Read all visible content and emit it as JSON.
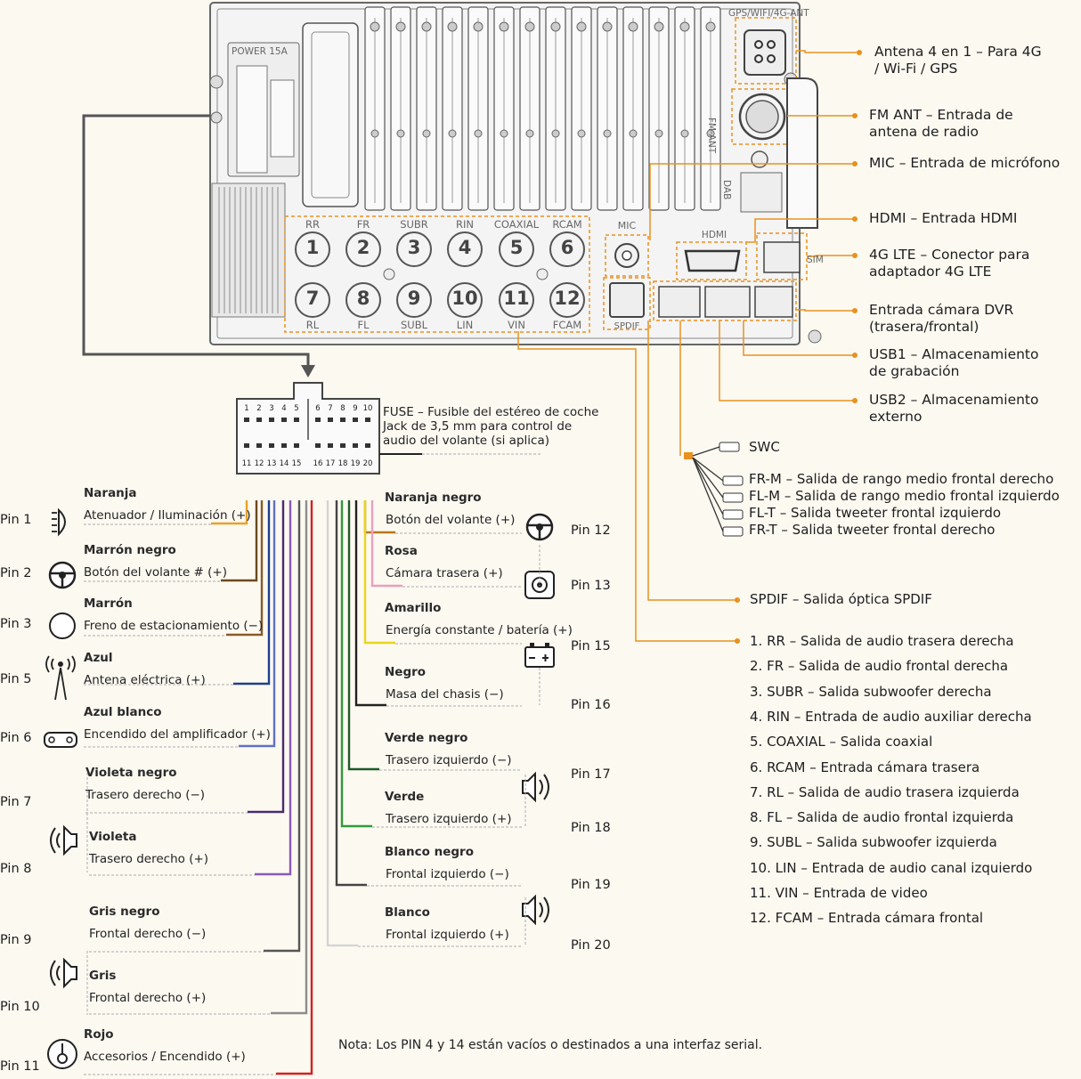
{
  "back_panel": {
    "power_label": "POWER 15A",
    "gps_label": "GPS/WIFI/4G-ANT",
    "fm_label": "FM-ANT",
    "dab_label": "DAB",
    "mic_label": "MIC",
    "hdmi_label": "HDMI",
    "sim_label": "SIM",
    "spdif_label": "SPDIF",
    "top_row": [
      "RR",
      "FR",
      "SUBR",
      "RIN",
      "COAXIAL",
      "RCAM"
    ],
    "bottom_row": [
      "RL",
      "FL",
      "SUBL",
      "LIN",
      "VIN",
      "FCAM"
    ],
    "numbers_top": [
      "1",
      "2",
      "3",
      "4",
      "5",
      "6"
    ],
    "numbers_bottom": [
      "7",
      "8",
      "9",
      "10",
      "11",
      "12"
    ]
  },
  "callouts": [
    {
      "line1": "Antena 4 en 1 – Para 4G",
      "line2": "/ Wi-Fi / GPS"
    },
    {
      "line1": "FM ANT – Entrada de",
      "line2": "antena de radio"
    },
    {
      "line1": "MIC – Entrada de micrófono",
      "line2": ""
    },
    {
      "line1": "HDMI – Entrada HDMI",
      "line2": ""
    },
    {
      "line1": "4G LTE – Conector para",
      "line2": "adaptador 4G LTE"
    },
    {
      "line1": "Entrada cámara DVR",
      "line2": "(trasera/frontal)"
    },
    {
      "line1": "USB1 – Almacenamiento",
      "line2": "de grabación"
    },
    {
      "line1": "USB2 – Almacenamiento",
      "line2": "externo"
    }
  ],
  "harness": {
    "top_nums": [
      "1",
      "2",
      "3",
      "4",
      "5",
      "6",
      "7",
      "8",
      "9",
      "10"
    ],
    "bottom_nums": [
      "11",
      "12",
      "13",
      "14",
      "15",
      "16",
      "17",
      "18",
      "19",
      "20"
    ],
    "fuse_lines": [
      "FUSE – Fusible del estéreo de coche",
      "Jack de 3,5 mm para control de",
      "audio del volante (si aplica)"
    ]
  },
  "swc": {
    "title": "SWC",
    "items": [
      "FR-M – Salida de rango medio frontal derecho",
      "FL-M – Salida de rango medio frontal izquierdo",
      "FL-T – Salida tweeter frontal izquierdo",
      "FR-T – Salida tweeter frontal derecho"
    ]
  },
  "spdif": {
    "label": "SPDIF – Salida óptica SPDIF"
  },
  "rca_list": [
    "1. RR – Salida de audio trasera derecha",
    "2. FR – Salida de audio frontal derecha",
    "3. SUBR – Salida subwoofer derecha",
    "4. RIN – Entrada de audio auxiliar derecha",
    "5. COAXIAL – Salida coaxial",
    "6. RCAM – Entrada cámara trasera",
    "7. RL – Salida de audio trasera izquierda",
    "8. FL – Salida de audio frontal izquierda",
    "9. SUBL – Salida subwoofer izquierda",
    "10. LIN – Entrada de audio canal izquierdo",
    "11. VIN – Entrada de video",
    "12. FCAM – Entrada cámara frontal"
  ],
  "left_pins": [
    {
      "pin": "Pin 1",
      "color_name": "Naranja",
      "function": "Atenuador / Iluminación (+)",
      "wire": "#e8a22a"
    },
    {
      "pin": "Pin 2",
      "color_name": "Marrón negro",
      "function": "Botón del volante # (+)",
      "wire": "#6b4a1e"
    },
    {
      "pin": "Pin 3",
      "color_name": "Marrón",
      "function": "Freno de estacionamiento (−)",
      "wire": "#8a5a26"
    },
    {
      "pin": "Pin 5",
      "color_name": "Azul",
      "function": "Antena eléctrica (+)",
      "wire": "#1f3f8c"
    },
    {
      "pin": "Pin 6",
      "color_name": "Azul blanco",
      "function": "Encendido del amplificador (+)",
      "wire": "#5a73c8"
    },
    {
      "pin": "Pin 7",
      "color_name": "Violeta negro",
      "function": "Trasero derecho (−)",
      "wire": "#4b2a6e"
    },
    {
      "pin": "Pin 8",
      "color_name": "Violeta",
      "function": "Trasero derecho (+)",
      "wire": "#8a5bb8"
    },
    {
      "pin": "Pin 9",
      "color_name": "Gris negro",
      "function": "Frontal derecho (−)",
      "wire": "#555555"
    },
    {
      "pin": "Pin 10",
      "color_name": "Gris",
      "function": "Frontal derecho (+)",
      "wire": "#8c8c8c"
    },
    {
      "pin": "Pin 11",
      "color_name": "Rojo",
      "function": "Accesorios / Encendido (+)",
      "wire": "#d42020"
    }
  ],
  "right_pins": [
    {
      "pin": "Pin 12",
      "color_name": "Naranja negro",
      "function": "Botón del volante (+)",
      "wire": "#b8761e"
    },
    {
      "pin": "Pin 13",
      "color_name": "Rosa",
      "function": "Cámara trasera (+)",
      "wire": "#e8a0c0"
    },
    {
      "pin": "Pin 15",
      "color_name": "Amarillo",
      "function": "Energía constante / batería (+)",
      "wire": "#e8d41e"
    },
    {
      "pin": "Pin 16",
      "color_name": "Negro",
      "function": "Masa del chasis (−)",
      "wire": "#222222"
    },
    {
      "pin": "Pin 17",
      "color_name": "Verde negro",
      "function": "Trasero izquierdo (−)",
      "wire": "#1e5a2a"
    },
    {
      "pin": "Pin 18",
      "color_name": "Verde",
      "function": "Trasero izquierdo (+)",
      "wire": "#2e9a3a"
    },
    {
      "pin": "Pin 19",
      "color_name": "Blanco negro",
      "function": "Frontal izquierdo (−)",
      "wire": "#444444"
    },
    {
      "pin": "Pin 20",
      "color_name": "Blanco",
      "function": "Frontal izquierdo (+)",
      "wire": "#dddddd"
    }
  ],
  "note": "Nota: Los PIN 4 y 14 están vacíos o destinados a una interfaz serial.",
  "colors": {
    "accent": "#e8911e",
    "dash": "#999999",
    "panel": "#f2f2f2"
  }
}
